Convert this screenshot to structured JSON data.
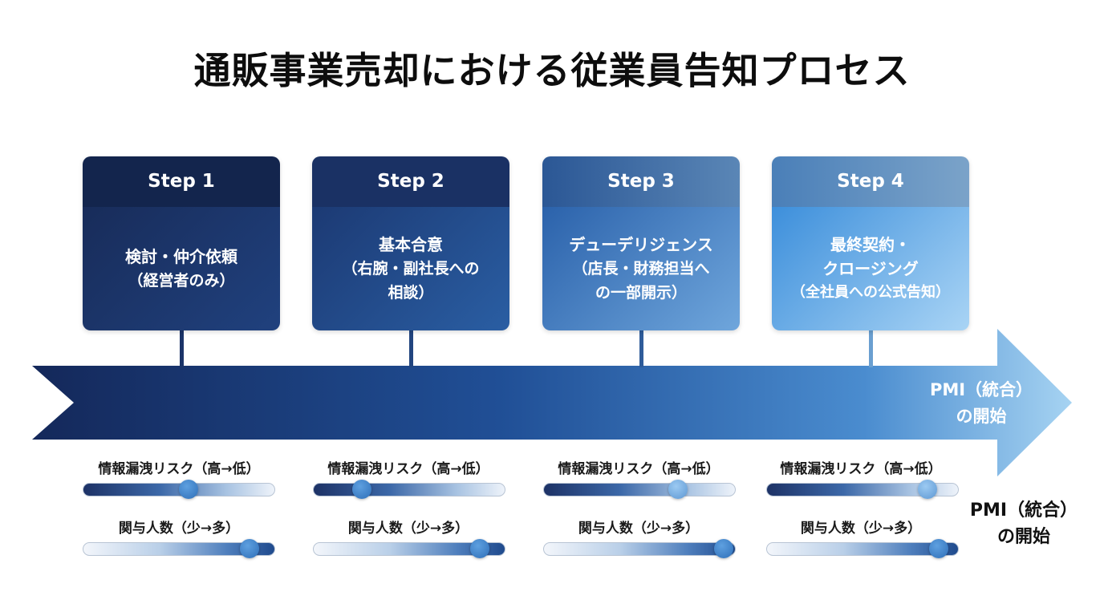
{
  "title": "通販事業売却における従業員告知プロセス",
  "steps": [
    {
      "label": "Step 1",
      "lines": [
        "検討・仲介依頼",
        "（経営者のみ）"
      ],
      "risk_level": 0.55,
      "people_level": 0.87
    },
    {
      "label": "Step 2",
      "lines": [
        "基本合意",
        "（右腕・副社長への",
        "相談）"
      ],
      "risk_level": 0.25,
      "people_level": 0.87
    },
    {
      "label": "Step 3",
      "lines": [
        "デューデリジェンス",
        "（店長・財務担当へ",
        "の一部開示）"
      ],
      "risk_level": 0.7,
      "people_level": 0.94
    },
    {
      "label": "Step 4",
      "lines": [
        "最終契約・",
        "クロージング",
        "（全社員への公式告知）"
      ],
      "risk_level": 0.84,
      "people_level": 0.9
    }
  ],
  "meters": {
    "risk_label": "情報漏洩リスク（高→低）",
    "people_label": "関与人数（少→多）"
  },
  "timeline_end": {
    "line1": "PMI（統合）",
    "line2": "の開始"
  },
  "timeline_end_side": {
    "line1": "PMI（統合）",
    "line2": "の開始"
  },
  "colors": {
    "dark_navy": "#13254d",
    "light_blue": "#a9d4f5",
    "knob": "#2f6fb8"
  }
}
